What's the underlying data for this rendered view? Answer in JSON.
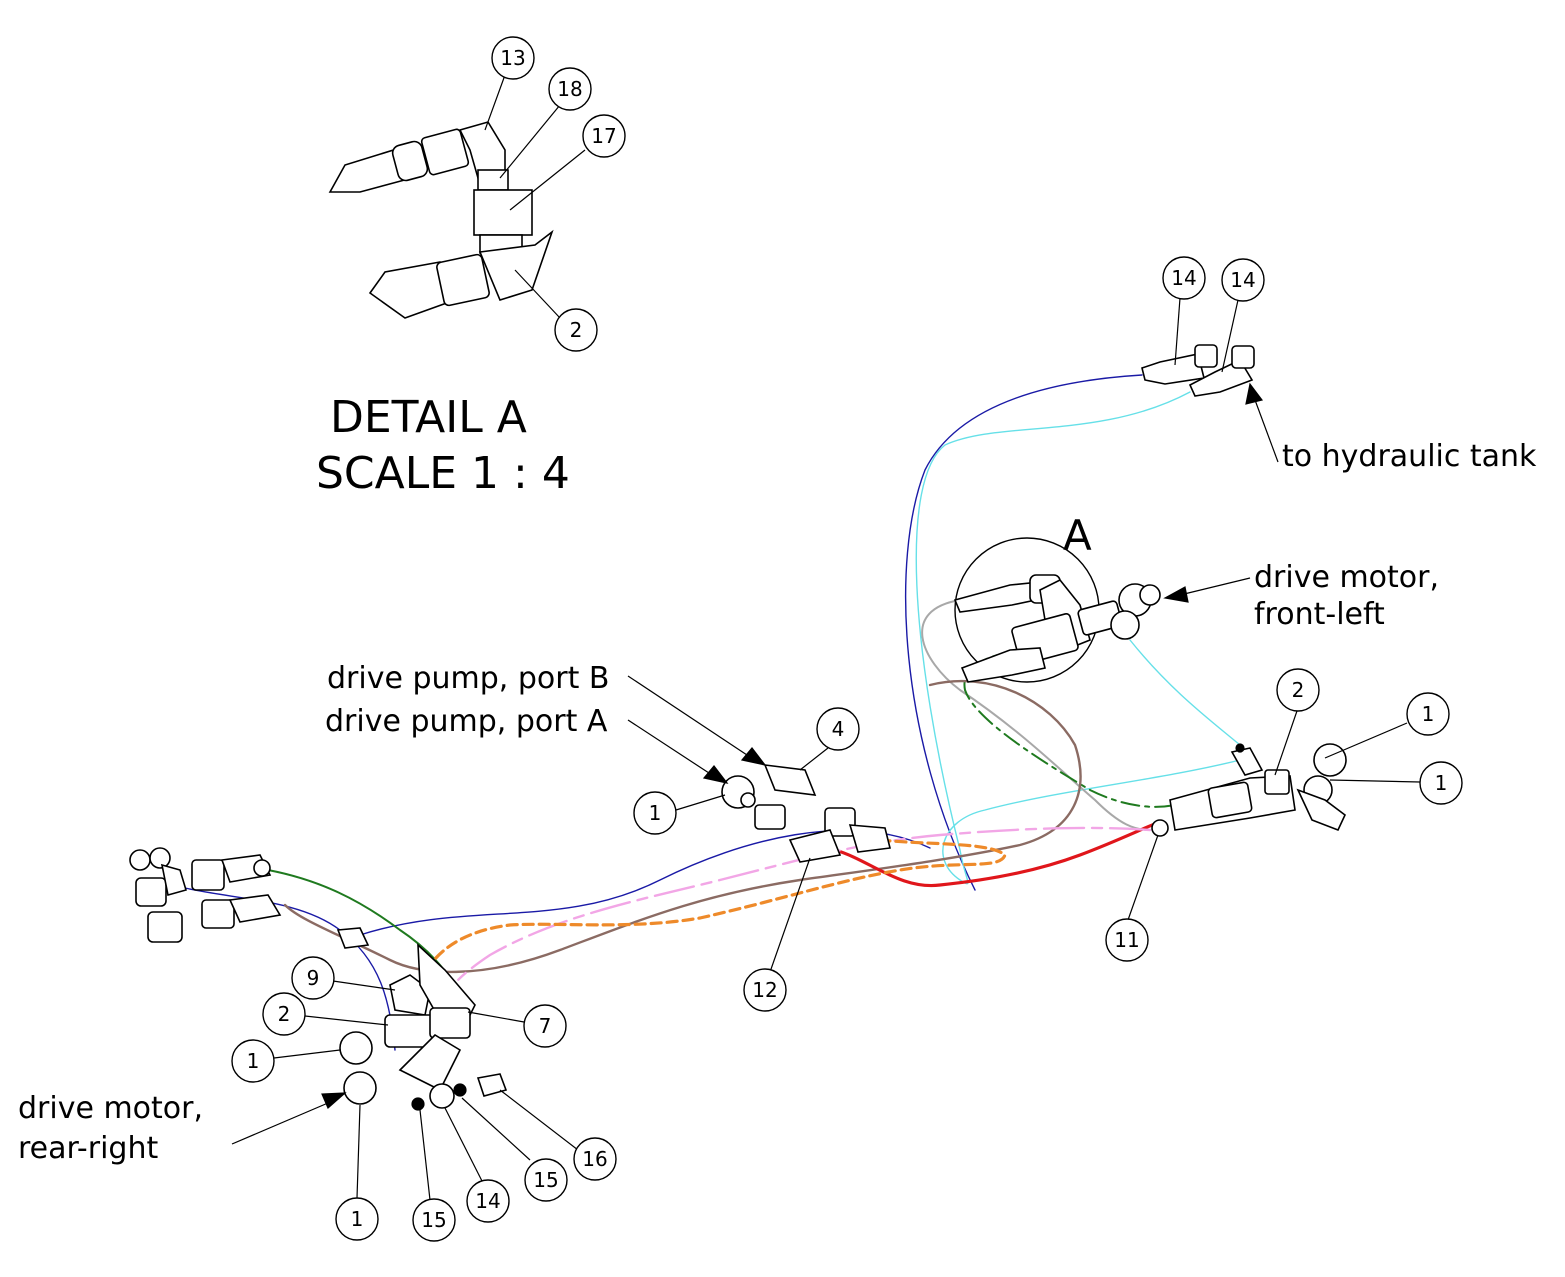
{
  "detail": {
    "title": "DETAIL A",
    "scale": "SCALE 1 : 4",
    "marker": "A"
  },
  "labels": {
    "to_hydraulic_tank": "to hydraulic tank",
    "drive_motor_front_left_1": "drive motor,",
    "drive_motor_front_left_2": "front-left",
    "drive_pump_port_b": "drive pump, port B",
    "drive_pump_port_a": "drive pump, port A",
    "drive_motor_rear_right_1": "drive motor,",
    "drive_motor_rear_right_2": "rear-right"
  },
  "balloons": [
    {
      "id": "b13-detail",
      "text": "13"
    },
    {
      "id": "b18-detail",
      "text": "18"
    },
    {
      "id": "b17-detail",
      "text": "17"
    },
    {
      "id": "b2-detail",
      "text": "2"
    },
    {
      "id": "b14-tank-a",
      "text": "14"
    },
    {
      "id": "b14-tank-b",
      "text": "14"
    },
    {
      "id": "b2-right",
      "text": "2"
    },
    {
      "id": "b1-right-top",
      "text": "1"
    },
    {
      "id": "b1-right-bottom",
      "text": "1"
    },
    {
      "id": "b11-right",
      "text": "11"
    },
    {
      "id": "b4-center",
      "text": "4"
    },
    {
      "id": "b1-center",
      "text": "1"
    },
    {
      "id": "b12-center",
      "text": "12"
    },
    {
      "id": "b9-left",
      "text": "9"
    },
    {
      "id": "b2-left",
      "text": "2"
    },
    {
      "id": "b7-left",
      "text": "7"
    },
    {
      "id": "b1-left-mid",
      "text": "1"
    },
    {
      "id": "b1-left-bottom",
      "text": "1"
    },
    {
      "id": "b15-left-a",
      "text": "15"
    },
    {
      "id": "b14-left",
      "text": "14"
    },
    {
      "id": "b15-left-b",
      "text": "15"
    },
    {
      "id": "b16-left",
      "text": "16"
    }
  ],
  "hose_colors": {
    "blue": "#1a1aa6",
    "cyan": "#66e0e8",
    "green": "#1f7a1f",
    "brown": "#8b6b63",
    "red": "#e0161b",
    "orange": "#ee8a2a",
    "pink": "#f2a6e6",
    "gray": "#a8a8a8"
  }
}
